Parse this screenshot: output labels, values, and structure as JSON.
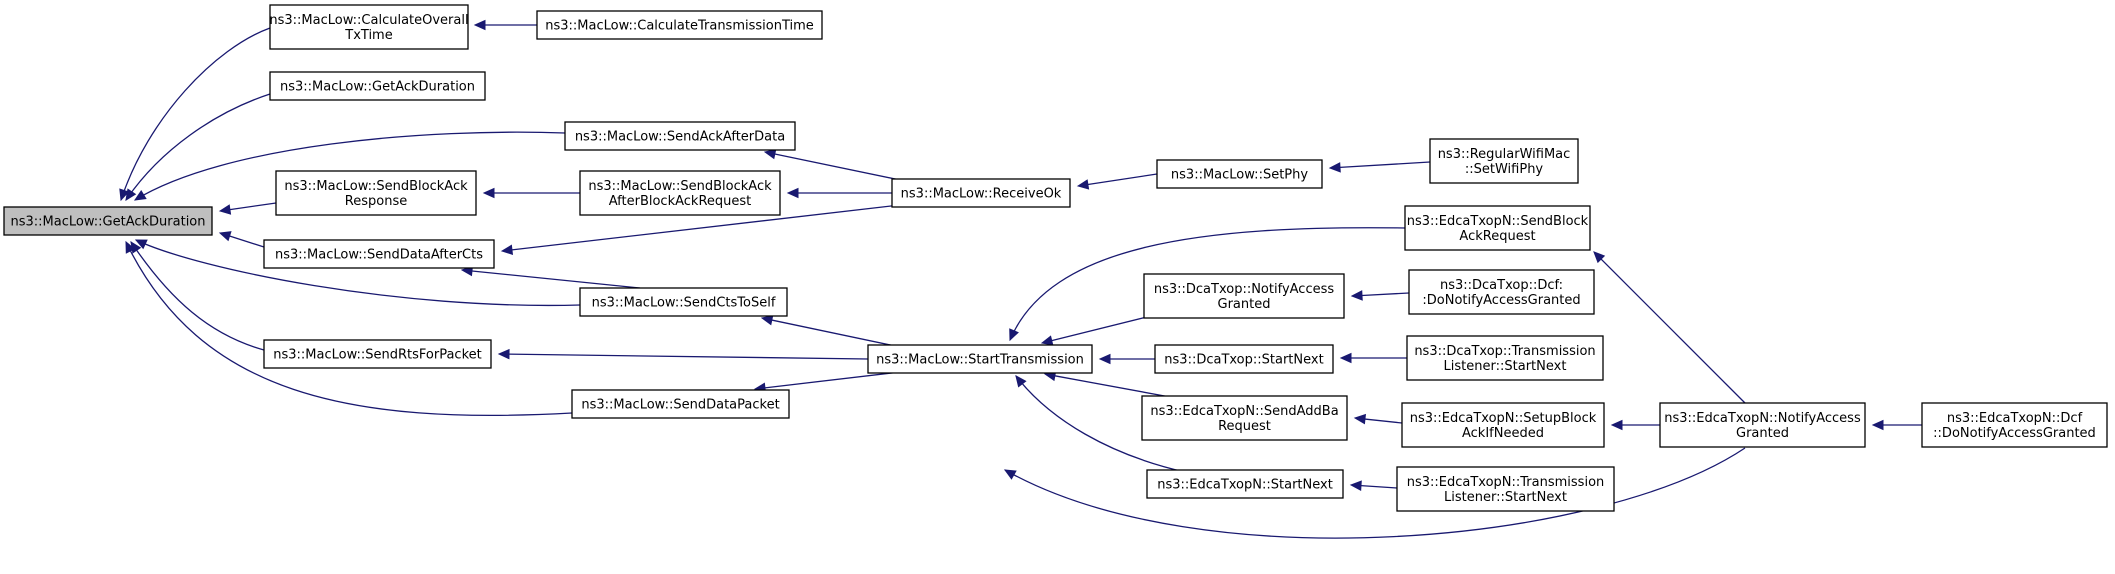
{
  "graph": {
    "nodes": [
      {
        "id": "getack",
        "root": true,
        "lines": [
          "ns3::MacLow::GetAckDuration"
        ]
      },
      {
        "id": "calcoverall",
        "lines": [
          "ns3::MacLow::CalculateOverall",
          "TxTime"
        ]
      },
      {
        "id": "calctrans",
        "lines": [
          "ns3::MacLow::CalculateTransmissionTime"
        ]
      },
      {
        "id": "getack2",
        "lines": [
          "ns3::MacLow::GetAckDuration"
        ]
      },
      {
        "id": "sendackafter",
        "lines": [
          "ns3::MacLow::SendAckAfterData"
        ]
      },
      {
        "id": "sendblockresp",
        "lines": [
          "ns3::MacLow::SendBlockAck",
          "Response"
        ]
      },
      {
        "id": "sendblockafter",
        "lines": [
          "ns3::MacLow::SendBlockAck",
          "AfterBlockAckRequest"
        ]
      },
      {
        "id": "receiveok",
        "lines": [
          "ns3::MacLow::ReceiveOk"
        ]
      },
      {
        "id": "setphy",
        "lines": [
          "ns3::MacLow::SetPhy"
        ]
      },
      {
        "id": "regwifi",
        "lines": [
          "ns3::RegularWifiMac",
          "::SetWifiPhy"
        ]
      },
      {
        "id": "senddataafter",
        "lines": [
          "ns3::MacLow::SendDataAfterCts"
        ]
      },
      {
        "id": "sendcts",
        "lines": [
          "ns3::MacLow::SendCtsToSelf"
        ]
      },
      {
        "id": "sendrts",
        "lines": [
          "ns3::MacLow::SendRtsForPacket"
        ]
      },
      {
        "id": "senddatapkt",
        "lines": [
          "ns3::MacLow::SendDataPacket"
        ]
      },
      {
        "id": "starttx",
        "lines": [
          "ns3::MacLow::StartTransmission"
        ]
      },
      {
        "id": "edcasendblock",
        "lines": [
          "ns3::EdcaTxopN::SendBlock",
          "AckRequest"
        ]
      },
      {
        "id": "dcanotify",
        "lines": [
          "ns3::DcaTxop::NotifyAccess",
          "Granted"
        ]
      },
      {
        "id": "dcadcf",
        "lines": [
          "ns3::DcaTxop::Dcf:",
          ":DoNotifyAccessGranted"
        ]
      },
      {
        "id": "dcastartnext",
        "lines": [
          "ns3::DcaTxop::StartNext"
        ]
      },
      {
        "id": "dcatranslist",
        "lines": [
          "ns3::DcaTxop::Transmission",
          "Listener::StartNext"
        ]
      },
      {
        "id": "edcasendaddba",
        "lines": [
          "ns3::EdcaTxopN::SendAddBa",
          "Request"
        ]
      },
      {
        "id": "edcasetup",
        "lines": [
          "ns3::EdcaTxopN::SetupBlock",
          "AckIfNeeded"
        ]
      },
      {
        "id": "edcanotify",
        "lines": [
          "ns3::EdcaTxopN::NotifyAccess",
          "Granted"
        ]
      },
      {
        "id": "edcadcf",
        "lines": [
          "ns3::EdcaTxopN::Dcf",
          "::DoNotifyAccessGranted"
        ]
      },
      {
        "id": "edcastartnext",
        "lines": [
          "ns3::EdcaTxopN::StartNext"
        ]
      },
      {
        "id": "edcatranslist",
        "lines": [
          "ns3::EdcaTxopN::Transmission",
          "Listener::StartNext"
        ]
      }
    ],
    "edges": [
      {
        "from": "calcoverall",
        "to": "getack"
      },
      {
        "from": "getack2",
        "to": "getack"
      },
      {
        "from": "sendackafter",
        "to": "getack"
      },
      {
        "from": "sendblockresp",
        "to": "getack"
      },
      {
        "from": "senddataafter",
        "to": "getack"
      },
      {
        "from": "sendcts",
        "to": "getack"
      },
      {
        "from": "sendrts",
        "to": "getack"
      },
      {
        "from": "senddatapkt",
        "to": "getack"
      },
      {
        "from": "calctrans",
        "to": "calcoverall"
      },
      {
        "from": "receiveok",
        "to": "sendackafter"
      },
      {
        "from": "sendblockafter",
        "to": "sendblockresp"
      },
      {
        "from": "receiveok",
        "to": "sendblockafter"
      },
      {
        "from": "setphy",
        "to": "receiveok"
      },
      {
        "from": "regwifi",
        "to": "setphy"
      },
      {
        "from": "receiveok",
        "to": "senddataafter"
      },
      {
        "from": "sendcts",
        "to": "senddataafter"
      },
      {
        "from": "starttx",
        "to": "sendcts"
      },
      {
        "from": "starttx",
        "to": "sendrts"
      },
      {
        "from": "starttx",
        "to": "senddatapkt"
      },
      {
        "from": "edcasendblock",
        "to": "starttx"
      },
      {
        "from": "dcanotify",
        "to": "starttx"
      },
      {
        "from": "dcastartnext",
        "to": "starttx"
      },
      {
        "from": "edcasendaddba",
        "to": "starttx"
      },
      {
        "from": "edcastartnext",
        "to": "starttx"
      },
      {
        "from": "edcanotify",
        "to": "starttx"
      },
      {
        "from": "dcadcf",
        "to": "dcanotify"
      },
      {
        "from": "dcatranslist",
        "to": "dcastartnext"
      },
      {
        "from": "edcasetup",
        "to": "edcasendaddba"
      },
      {
        "from": "edcanotify",
        "to": "edcasetup"
      },
      {
        "from": "edcanotify",
        "to": "edcasendblock"
      },
      {
        "from": "edcadcf",
        "to": "edcanotify"
      },
      {
        "from": "edcatranslist",
        "to": "edcastartnext"
      }
    ]
  }
}
